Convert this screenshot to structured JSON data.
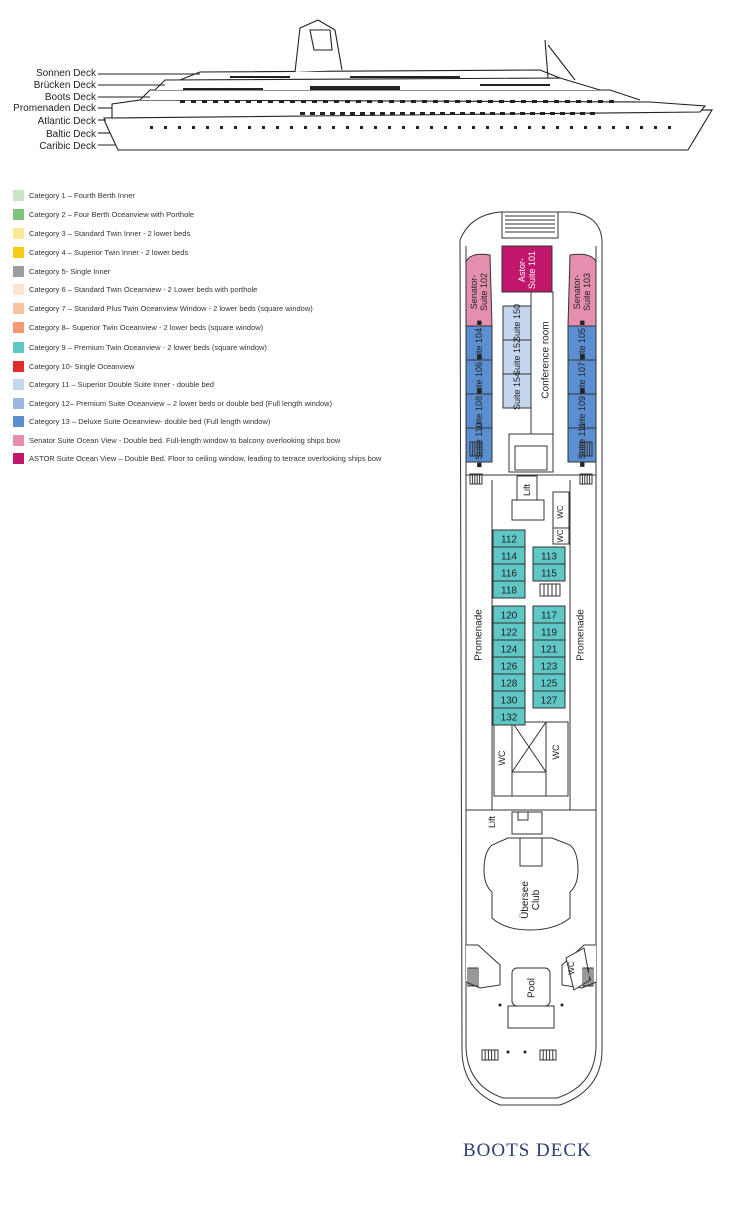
{
  "decks": [
    "Sonnen Deck",
    "Brücken Deck",
    "Boots Deck",
    "Promenaden Deck",
    "Atlantic Deck",
    "Baltic Deck",
    "Caribic Deck"
  ],
  "legend": [
    {
      "label": "Category 1 –  Fourth Berth Inner",
      "color": "#c9e6c4"
    },
    {
      "label": "Category 2 – Four Berth Oceanview with Porthole",
      "color": "#7fc47c"
    },
    {
      "label": "Category 3 – Standard Twin Inner - 2 lower beds",
      "color": "#fbe996"
    },
    {
      "label": "Category 4 – Superior Twin Inner - 2 lower beds",
      "color": "#f7cb14"
    },
    {
      "label": "Category 5- Single Inner",
      "color": "#9c9c9c"
    },
    {
      "label": "Category 6 – Standard Twin Oceanview - 2 Lower beds with porthole",
      "color": "#fde3d0"
    },
    {
      "label": "Category 7 – Standard Plus Twin Oceanview Window -  2 lower beds (square window)",
      "color": "#f7c3a3"
    },
    {
      "label": "Category 8– Superior Twin Oceanview - 2 lower beds (square window)",
      "color": "#f29a72"
    },
    {
      "label": "Category 9 – Premium Twin Oceanview - 2 lower beds (square window)",
      "color": "#5fc7c5"
    },
    {
      "label": "Category 10- Single Oceanview",
      "color": "#e52a2a"
    },
    {
      "label": "Category 11 – Superior Double Suite Inner - double bed",
      "color": "#c5d5ee"
    },
    {
      "label": "Category 12– Premium Suite Oceanview  – 2 lower beds or double bed (Full length window)",
      "color": "#9bb8e1"
    },
    {
      "label": "Category 13 – Deluxe Suite Oceanview- double bed (Full length window)",
      "color": "#5b8fd1"
    },
    {
      "label": "Senator Suite Ocean View - Double bed. Full-length window to balcony overlooking ships bow",
      "color": "#e48fb0"
    },
    {
      "label": "ASTOR Suite Ocean View – Double Bed. Floor to ceiling window, leading to terrace overlooking ships bow",
      "color": "#c0176b"
    }
  ],
  "colors": {
    "cat9": "#5fc7c5",
    "cat11": "#c5d5ee",
    "cat13": "#5b8fd1",
    "senator": "#e48fb0",
    "astor": "#c0176b",
    "title": "#2c3e73",
    "line": "#333333"
  },
  "plan": {
    "senator_left": "Senator-\nSuite 102",
    "senator_right": "Senator-\nSuite 103",
    "astor": "Astor-\nSuite 101",
    "suites_left": [
      "Suite 104 ■",
      "Suite 106 ■",
      "Suite 108 ■",
      "■ Suite 110"
    ],
    "suites_right": [
      "Suite 105 ■",
      "Suite 107 ■",
      "Suite 109 ■",
      "■ Suite 111"
    ],
    "suites_inner": [
      "Suite 150",
      "Suite 152",
      "Suite 154"
    ],
    "conference": "Conference room",
    "lift": "Lift",
    "wc": "WC",
    "promenade": "Promenade",
    "cabins_left": [
      "112",
      "114",
      "116",
      "118",
      "120",
      "122",
      "124",
      "126",
      "128",
      "130",
      "132"
    ],
    "cabins_right": [
      "113",
      "115",
      "117",
      "119",
      "121",
      "123",
      "125",
      "127"
    ],
    "club": "Übersee\nClub",
    "pool": "Pool"
  },
  "title": "BOOTS DECK"
}
